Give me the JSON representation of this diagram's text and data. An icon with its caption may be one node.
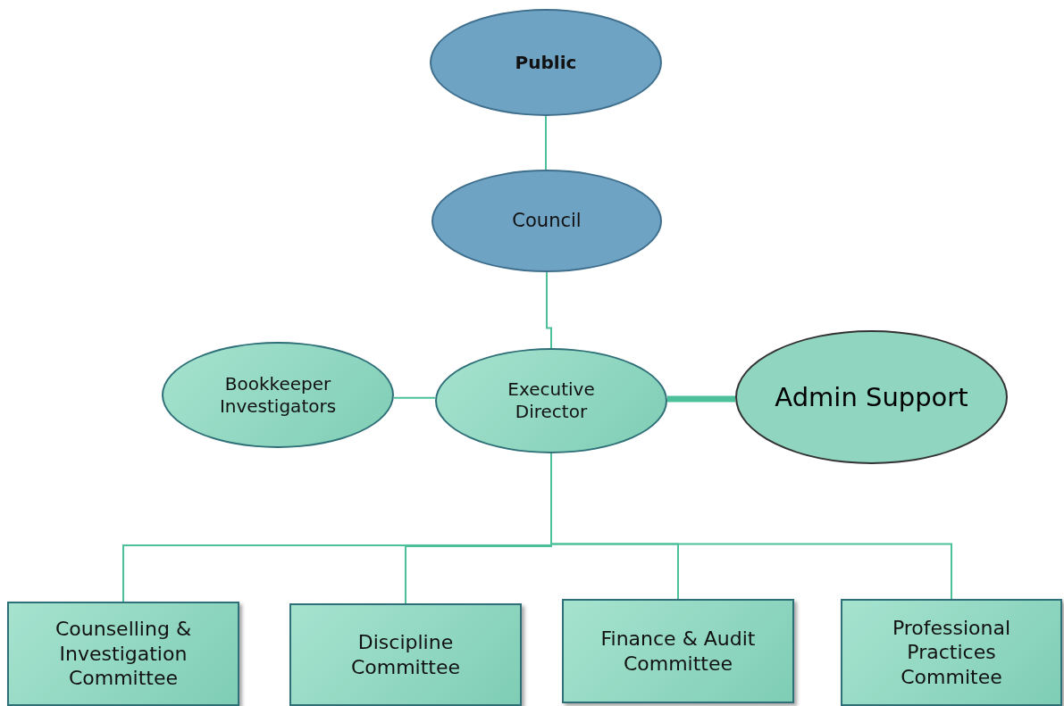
{
  "diagram": {
    "nodes": [
      {
        "text": [
          "Public"
        ]
      },
      {
        "text": [
          "Council"
        ]
      },
      {
        "text": [
          "Bookkeeper Investigators"
        ]
      },
      {
        "text": [
          "Executive Director"
        ]
      },
      {
        "text": [
          "Admin Support"
        ]
      },
      {
        "text": [
          "Counselling & Investigation Committee"
        ]
      },
      {
        "text": [
          "Discipline Committee"
        ]
      },
      {
        "text": [
          "Finance & Audit Committee"
        ]
      },
      {
        "text": [
          "Professional Practices Commitee"
        ]
      }
    ],
    "edges": [
      {
        "from": 0,
        "to": 1,
        "arrow": "none"
      },
      {
        "from": 1,
        "to": 3,
        "arrow": "none"
      },
      {
        "from": 2,
        "to": 3,
        "arrow": "none"
      },
      {
        "from": 3,
        "to": 4,
        "arrow": "none",
        "style": "thick"
      },
      {
        "from": 3,
        "to": 5,
        "arrow": "none"
      },
      {
        "from": 3,
        "to": 6,
        "arrow": "none"
      },
      {
        "from": 3,
        "to": 7,
        "arrow": "none"
      },
      {
        "from": 3,
        "to": 8,
        "arrow": "none"
      }
    ]
  }
}
